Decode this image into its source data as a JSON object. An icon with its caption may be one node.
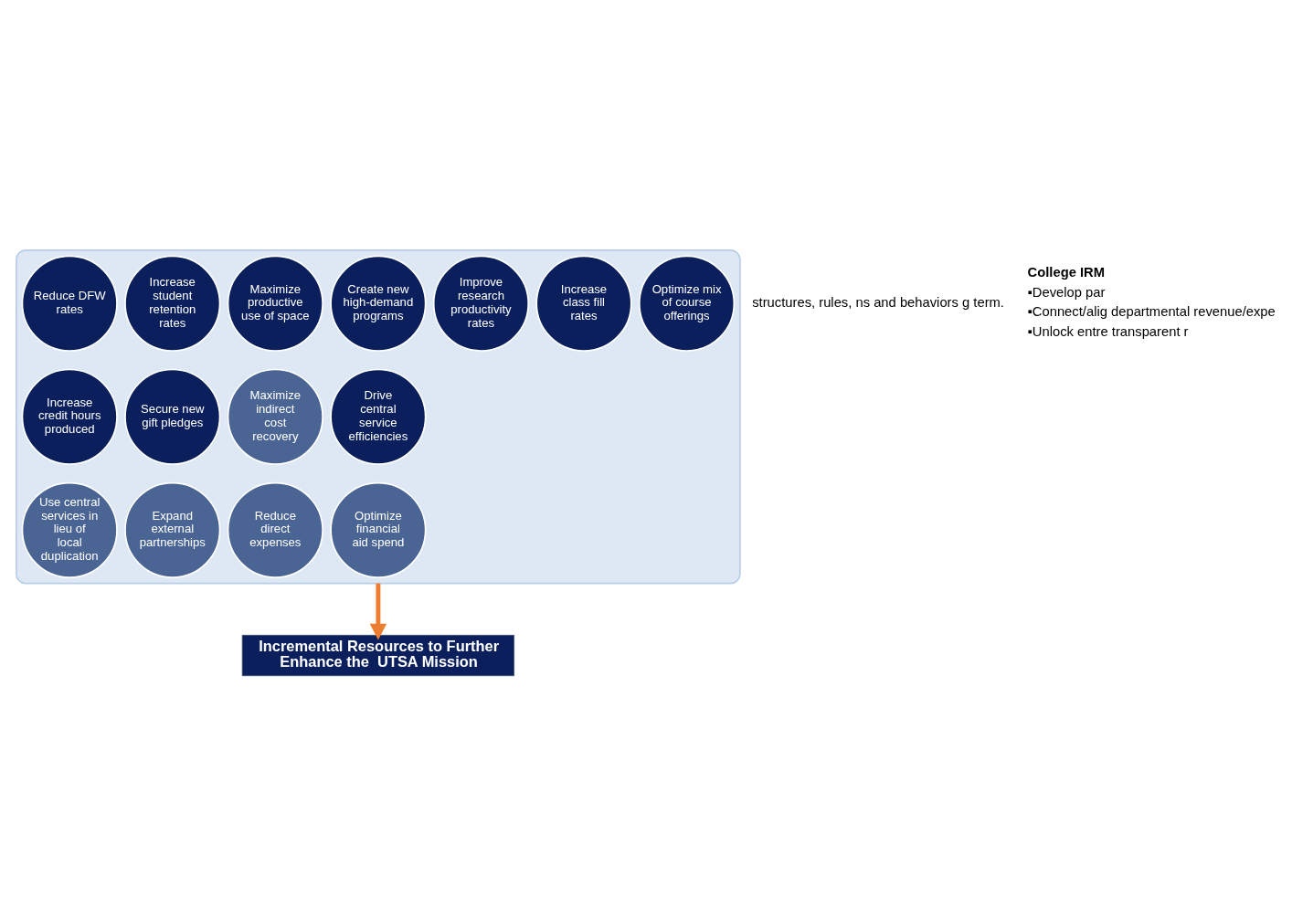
{
  "diagram": {
    "nodes": [
      {
        "text": [],
        "shape": "funnel"
      },
      {
        "text": [
          "Optimize mix of course offerings"
        ],
        "in": 0
      },
      {
        "text": [
          "Increase class fill rates"
        ],
        "in": 0
      },
      {
        "text": [
          "Improve research productivity rates"
        ],
        "in": 0
      },
      {
        "text": [
          "Create new high-demand programs"
        ],
        "in": 0
      },
      {
        "text": [
          "Maximize productive use of space"
        ],
        "in": 0
      },
      {
        "text": [
          "Increase student retention rates"
        ],
        "in": 0
      },
      {
        "text": [
          "Reduce DFW rates"
        ],
        "in": 0
      },
      {
        "text": [
          "Maximize indirect cost recovery"
        ],
        "in": 0
      },
      {
        "text": [
          "Secure new gift pledges"
        ],
        "in": 0
      },
      {
        "text": [
          "Drive central service efficiencies"
        ],
        "in": 0
      },
      {
        "text": [
          "Increase credit hours produced"
        ],
        "in": 0
      },
      {
        "text": [
          "Reduce direct expenses"
        ],
        "in": 0
      },
      {
        "text": [
          "Expand external partnerships"
        ],
        "in": 0
      },
      {
        "text": [
          "Optimize financial aid spend"
        ],
        "in": 0
      },
      {
        "text": [
          "Use central services in lieu of local duplication"
        ],
        "in": 0
      },
      {
        "text": [
          "Incremental Resources to Further Enhance the  UTSA Mission"
        ]
      }
    ],
    "edges": [
      {
        "from": 0,
        "to": 16,
        "arrow": "to",
        "color": "#ed7d31"
      }
    ],
    "labels": [
      "structures, rules, ns and behaviors g term.",
      "College IRM",
      "▪Develop par",
      "▪Connect/alig departmental revenue/expe",
      "▪Unlock entre transparent r"
    ]
  }
}
